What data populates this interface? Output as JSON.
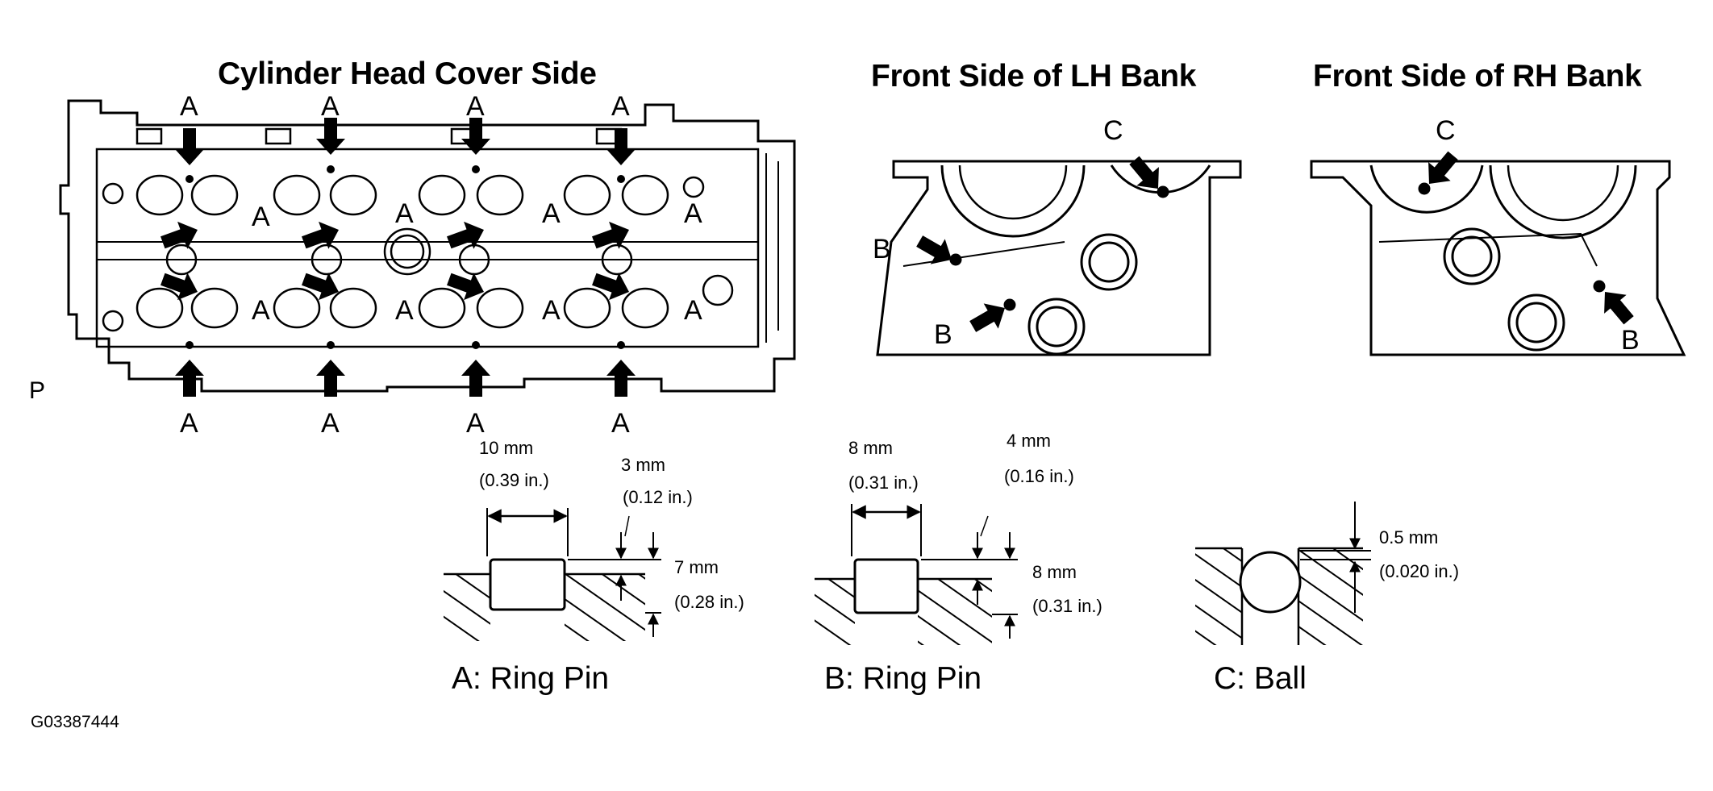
{
  "titles": {
    "cover_side": "Cylinder Head Cover Side",
    "lh_bank": "Front Side of LH Bank",
    "rh_bank": "Front Side of RH Bank"
  },
  "side_marker": "P",
  "markers": {
    "a": "A",
    "b": "B",
    "c": "C"
  },
  "details": {
    "a": {
      "caption": "A: Ring Pin",
      "width_mm": "10 mm",
      "width_in": "(0.39 in.)",
      "protrusion_mm": "3 mm",
      "protrusion_in": "(0.12 in.)",
      "depth_mm": "7 mm",
      "depth_in": "(0.28 in.)"
    },
    "b": {
      "caption": "B: Ring Pin",
      "width_mm": "8 mm",
      "width_in": "(0.31 in.)",
      "protrusion_mm": "4 mm",
      "protrusion_in": "(0.16 in.)",
      "depth_mm": "8 mm",
      "depth_in": "(0.31 in.)"
    },
    "c": {
      "caption": "C: Ball",
      "protrusion_mm": "0.5 mm",
      "protrusion_in": "(0.020 in.)"
    }
  },
  "figure_code": "G03387444"
}
